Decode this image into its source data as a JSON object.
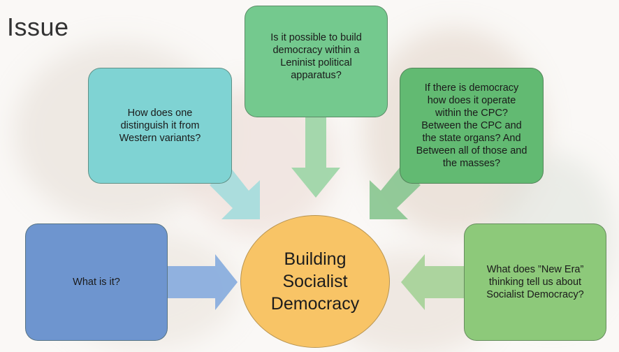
{
  "title": "Issue",
  "center": {
    "lines": [
      "Building",
      "Socialist",
      "Democracy"
    ]
  },
  "boxes": {
    "what": {
      "lines": [
        "What is it?"
      ]
    },
    "distinguish": {
      "lines": [
        "How does one",
        "distinguish it from",
        "Western variants?"
      ]
    },
    "possible": {
      "lines": [
        "Is it possible to build",
        "democracy within a",
        "Leninist political",
        "apparatus?"
      ]
    },
    "operate": {
      "lines": [
        "If there is democracy",
        "how does it operate",
        "within the CPC?",
        "Between the CPC and",
        "the state organs? And",
        "Between all of those and",
        "the masses?"
      ]
    },
    "new_era": {
      "lines": [
        "What does ”New Era”",
        "thinking tell us about",
        "Socialist Democracy?"
      ]
    }
  },
  "colors": {
    "blue": "#6e95cf",
    "cyan": "#7fd3d3",
    "green": "#74c98e",
    "dark_green": "#62ba72",
    "light_green": "#8dc97a",
    "center": "#f8c466"
  }
}
